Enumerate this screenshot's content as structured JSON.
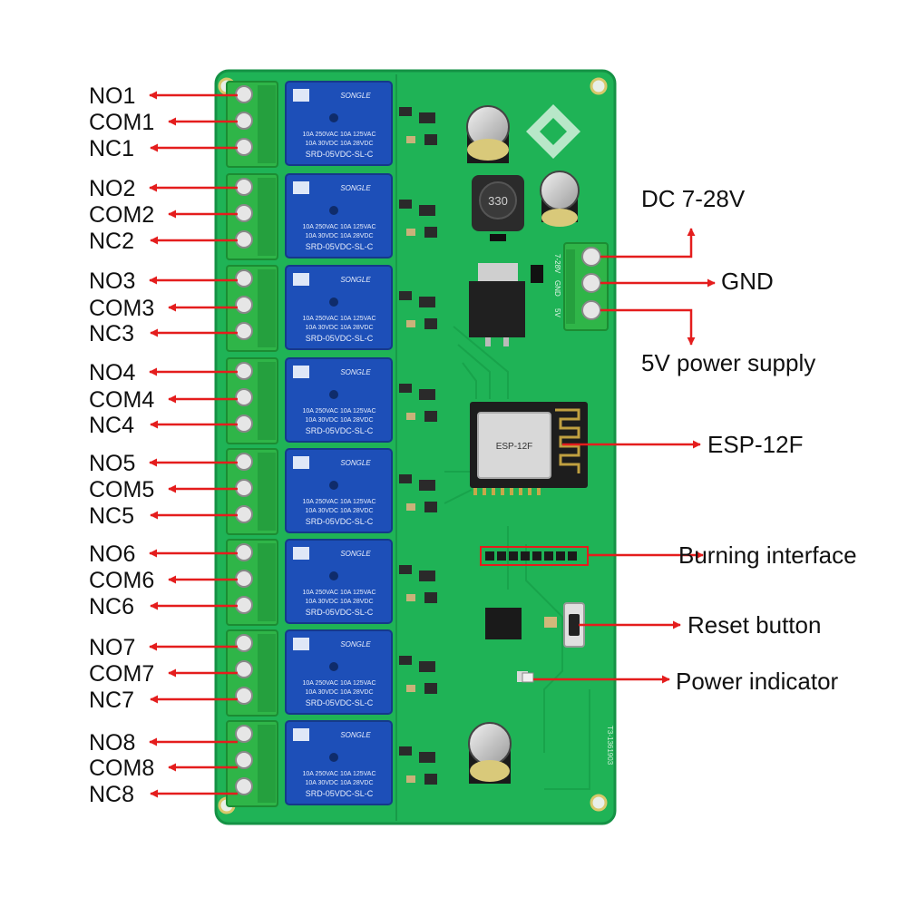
{
  "terminal_labels": [
    {
      "no": "NO1",
      "com": "COM1",
      "nc": "NC1"
    },
    {
      "no": "NO2",
      "com": "COM2",
      "nc": "NC2"
    },
    {
      "no": "NO3",
      "com": "COM3",
      "nc": "NC3"
    },
    {
      "no": "NO4",
      "com": "COM4",
      "nc": "NC4"
    },
    {
      "no": "NO5",
      "com": "COM5",
      "nc": "NC5"
    },
    {
      "no": "NO6",
      "com": "COM6",
      "nc": "NC6"
    },
    {
      "no": "NO7",
      "com": "COM7",
      "nc": "NC7"
    },
    {
      "no": "NO8",
      "com": "COM8",
      "nc": "NC8"
    }
  ],
  "relay": {
    "brand": "SONGLE",
    "rating_line1": "10A 250VAC  10A 125VAC",
    "rating_line2": "10A  30VDC  10A  28VDC",
    "model": "SRD-05VDC-SL-C"
  },
  "inductor_marking": "330",
  "power_terminal_silk": [
    "7-28V",
    "GND",
    "5V"
  ],
  "module_marking": "ESP-12F",
  "callouts": {
    "dc_input": "DC 7-28V",
    "gnd": "GND",
    "power_5v": "5V power supply",
    "esp": "ESP-12F",
    "burning": "Burning interface",
    "reset": "Reset button",
    "indicator": "Power indicator"
  },
  "colors": {
    "pcb": "#1fb356",
    "pcb_edge": "#159245",
    "relay": "#1d4fb8",
    "terminal": "#2fb548",
    "arrow": "#e41d1d",
    "label": "#111111",
    "highlight_box": "#e41d1d"
  }
}
